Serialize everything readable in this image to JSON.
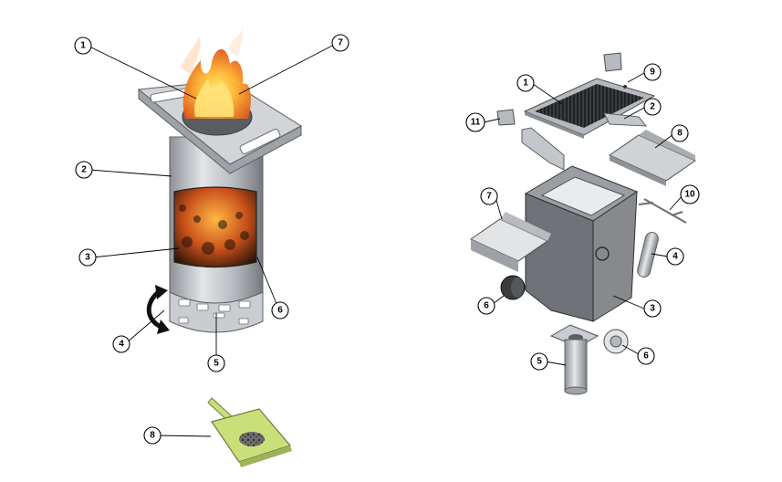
{
  "colors": {
    "steel_light": "#d4d6d9",
    "steel_mid": "#a9adb2",
    "steel_dark": "#6f7378",
    "body_grey": "#7f8185",
    "flame_orange": "#f28a1a",
    "flame_yellow": "#ffd23f",
    "coal_dark": "#2a1a0e",
    "shovel_green": "#c9e07a"
  },
  "left_assembly": {
    "callouts": [
      {
        "id": "l1",
        "label": "1"
      },
      {
        "id": "l7",
        "label": "7"
      },
      {
        "id": "l2",
        "label": "2"
      },
      {
        "id": "l3",
        "label": "3"
      },
      {
        "id": "l6",
        "label": "6"
      },
      {
        "id": "l4",
        "label": "4"
      },
      {
        "id": "l5",
        "label": "5"
      },
      {
        "id": "l8",
        "label": "8"
      }
    ]
  },
  "right_assembly": {
    "callouts": [
      {
        "id": "r1",
        "label": "1"
      },
      {
        "id": "r9",
        "label": "9"
      },
      {
        "id": "r2",
        "label": "2"
      },
      {
        "id": "r11",
        "label": "11"
      },
      {
        "id": "r8",
        "label": "8"
      },
      {
        "id": "r7",
        "label": "7"
      },
      {
        "id": "r10",
        "label": "10"
      },
      {
        "id": "r4",
        "label": "4"
      },
      {
        "id": "r6a",
        "label": "6"
      },
      {
        "id": "r3",
        "label": "3"
      },
      {
        "id": "r5",
        "label": "5"
      },
      {
        "id": "r6b",
        "label": "6"
      }
    ]
  }
}
